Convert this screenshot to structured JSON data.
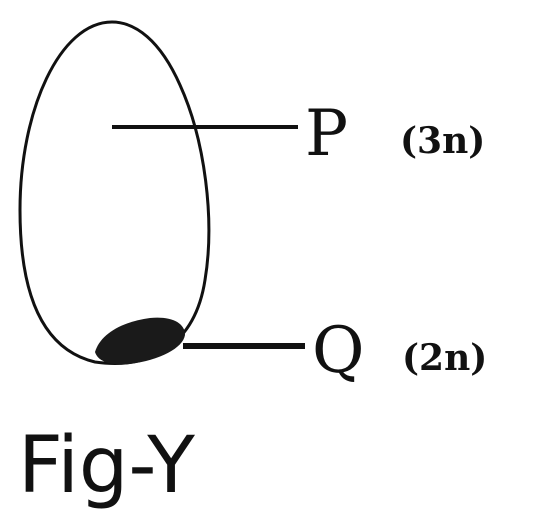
{
  "labels": {
    "p": {
      "letter": "P",
      "ploidy": "(3n)"
    },
    "q": {
      "letter": "Q",
      "ploidy": "(2n)"
    }
  },
  "caption": "Fig-Y"
}
